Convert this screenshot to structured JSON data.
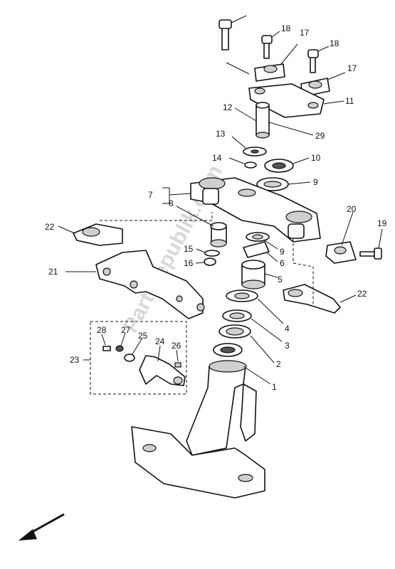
{
  "callouts": {
    "c1": "1",
    "c2": "2",
    "c3": "3",
    "c4": "4",
    "c5": "5",
    "c6": "6",
    "c7": "7",
    "c8": "8",
    "c9a": "9",
    "c9b": "9",
    "c10": "10",
    "c11": "11",
    "c12": "12",
    "c13": "13",
    "c14": "14",
    "c15": "15",
    "c16": "16",
    "c17a": "17",
    "c17b": "17",
    "c18a": "18",
    "c18b": "18",
    "c19": "19",
    "c20": "20",
    "c21": "21",
    "c22a": "22",
    "c22b": "22",
    "c23": "23",
    "c24": "24",
    "c25": "25",
    "c26": "26",
    "c27": "27",
    "c28": "28",
    "c29": "29"
  },
  "watermark": "Partsrepublik.com",
  "direction_arrow": "front-arrow-icon"
}
